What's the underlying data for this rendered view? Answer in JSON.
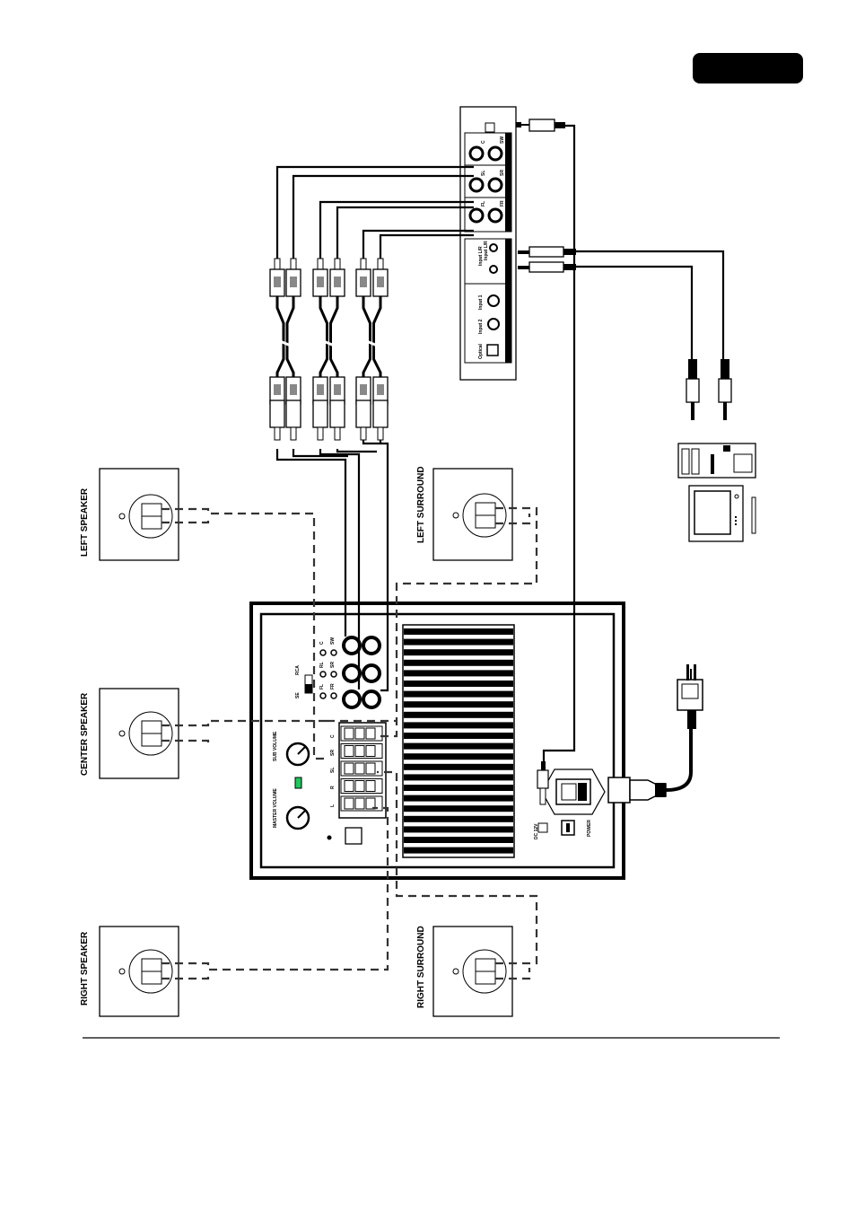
{
  "page_badge": "",
  "speakers": {
    "left_speaker": "LEFT SPEAKER",
    "center_speaker": "CENTER SPEAKER",
    "right_speaker": "RIGHT SPEAKER",
    "left_surround": "LEFT SURROUND",
    "right_surround": "RIGHT SURROUND"
  },
  "subwoofer": {
    "sub_volume": "SUB VOLUME",
    "master_volume": "MASTER VOLUME",
    "dc_12v": "DC 12V",
    "power": "POWER",
    "rca_labels": [
      "C",
      "SW",
      "RL",
      "SR",
      "FL",
      "FR"
    ],
    "terminal_labels": [
      "C",
      "SR",
      "SL",
      "R",
      "L"
    ],
    "switch_labels": [
      "RCA",
      "SE"
    ]
  },
  "control_unit": {
    "rca_labels": [
      "C",
      "SW",
      "SL",
      "SR",
      "FL",
      "FR"
    ],
    "input_labels": [
      "Input L/R",
      "Input L/R",
      "Input 1",
      "Input 2",
      "Optical"
    ]
  },
  "colors": {
    "line": "#000000",
    "dashed_wire": "#333333",
    "led": "#22c55e",
    "badge": "#000000"
  },
  "icons": [
    "computer-icon",
    "monitor-icon",
    "power-plug-icon",
    "stereo-jack-icon",
    "rca-plug-icon",
    "dc-plug-icon"
  ]
}
